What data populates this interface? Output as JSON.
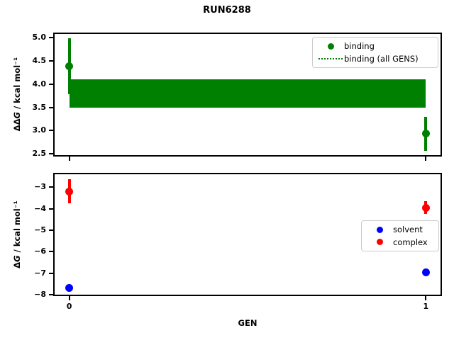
{
  "figure": {
    "title": "RUN6288"
  },
  "chart_data": [
    {
      "type": "scatter",
      "ylabel": "ΔΔG / kcal mol⁻¹",
      "ylabel_parts": {
        "prefix": "ΔΔ",
        "variable": "G",
        "rest": " / kcal mol⁻¹"
      },
      "xlim": [
        -0.045,
        1.045
      ],
      "ylim": [
        2.44,
        5.11
      ],
      "grid": false,
      "x": [
        0,
        1
      ],
      "xticks": [
        {
          "v": 0,
          "label": "0"
        },
        {
          "v": 1,
          "label": "1"
        }
      ],
      "show_xtick_labels": false,
      "yticks": [
        {
          "v": 5.0,
          "label": "5.0"
        },
        {
          "v": 4.5,
          "label": "4.5"
        },
        {
          "v": 4.0,
          "label": "4.0"
        },
        {
          "v": 3.5,
          "label": "3.5"
        },
        {
          "v": 3.0,
          "label": "3.0"
        },
        {
          "v": 2.5,
          "label": "2.5"
        }
      ],
      "series": [
        {
          "name": "binding",
          "color": "#008000",
          "marker": "circle",
          "values": [
            4.39,
            2.93
          ],
          "errors": [
            0.6,
            0.37
          ]
        }
      ],
      "band": {
        "label": "binding (all GENS)",
        "low": 3.49,
        "high": 4.11,
        "x_from": 0,
        "x_to": 1,
        "color": "#008000"
      },
      "legend": {
        "position": "upper right",
        "items": [
          {
            "label": "binding",
            "marker": "dot",
            "color": "#008000"
          },
          {
            "label": "binding (all GENS)",
            "marker": "dotted-line",
            "color": "#008000"
          }
        ]
      }
    },
    {
      "type": "scatter",
      "xlabel": "GEN",
      "ylabel": "ΔG / kcal mol⁻¹",
      "ylabel_parts": {
        "prefix": "Δ",
        "variable": "G",
        "rest": " / kcal mol⁻¹"
      },
      "xlim": [
        -0.045,
        1.045
      ],
      "ylim": [
        -8.06,
        -2.33
      ],
      "grid": false,
      "x": [
        0,
        1
      ],
      "xticks": [
        {
          "v": 0,
          "label": "0"
        },
        {
          "v": 1,
          "label": "1"
        }
      ],
      "show_xtick_labels": true,
      "yticks": [
        {
          "v": -3,
          "label": "−3"
        },
        {
          "v": -4,
          "label": "−4"
        },
        {
          "v": -5,
          "label": "−5"
        },
        {
          "v": -6,
          "label": "−6"
        },
        {
          "v": -7,
          "label": "−7"
        },
        {
          "v": -8,
          "label": "−8"
        }
      ],
      "series": [
        {
          "name": "solvent",
          "color": "#0000ff",
          "marker": "circle",
          "values": [
            -7.68,
            -6.97
          ],
          "errors": [
            0.12,
            0.12
          ]
        },
        {
          "name": "complex",
          "color": "#ff0000",
          "marker": "circle",
          "values": [
            -3.19,
            -3.95
          ],
          "errors": [
            0.55,
            0.3
          ]
        }
      ],
      "legend": {
        "position": "right",
        "items": [
          {
            "label": "solvent",
            "marker": "dot",
            "color": "#0000ff"
          },
          {
            "label": "complex",
            "marker": "dot",
            "color": "#ff0000"
          }
        ]
      }
    }
  ]
}
